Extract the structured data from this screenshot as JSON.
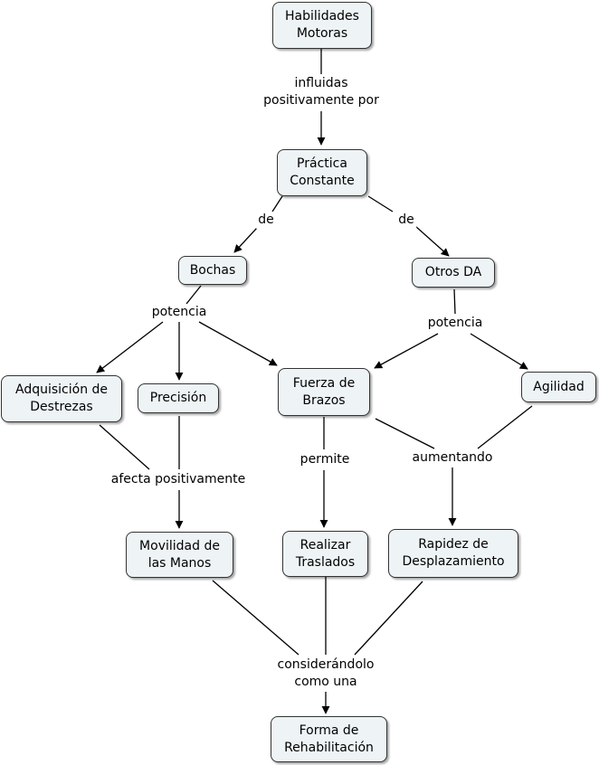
{
  "nodes": {
    "habilidades": "Habilidades\nMotoras",
    "practica": "Práctica\nConstante",
    "bochas": "Bochas",
    "otros": "Otros DA",
    "adquisicion": "Adquisición de\nDestrezas",
    "precision": "Precisión",
    "fuerza": "Fuerza de\nBrazos",
    "agilidad": "Agilidad",
    "movilidad": "Movilidad de\nlas Manos",
    "realizar": "Realizar\nTraslados",
    "rapidez": "Rapidez de\nDesplazamiento",
    "forma": "Forma de\nRehabilitación"
  },
  "links": {
    "influidas": "influidas\npositivamente por",
    "de_left": "de",
    "de_right": "de",
    "potencia_left": "potencia",
    "potencia_right": "potencia",
    "afecta": "afecta positivamente",
    "permite": "permite",
    "aumentando": "aumentando",
    "considerandolo": "considerándolo\ncomo una"
  }
}
